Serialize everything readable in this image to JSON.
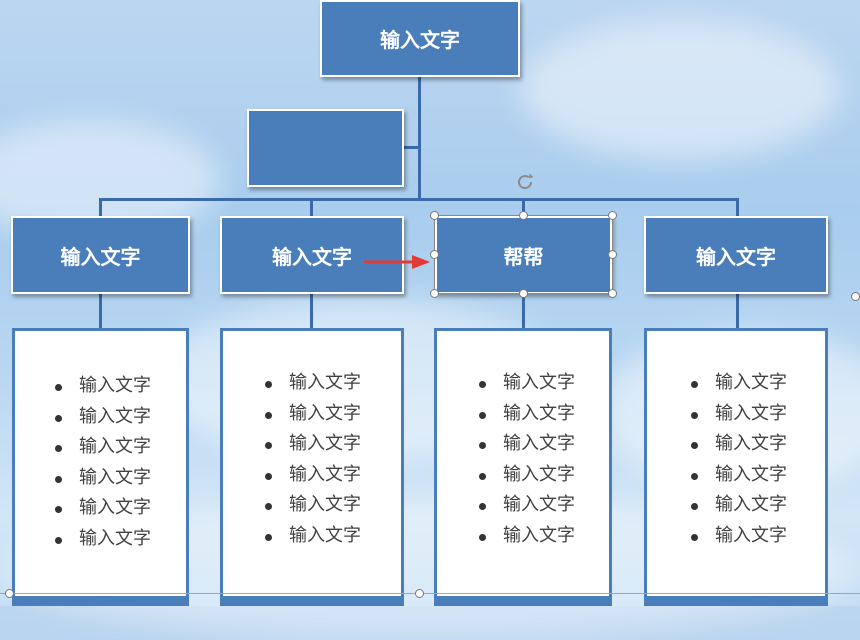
{
  "org_chart": {
    "top": {
      "label": "输入文字"
    },
    "assistant": {
      "label": ""
    },
    "branches": [
      {
        "label": "输入文字",
        "items": [
          "输入文字",
          "输入文字",
          "输入文字",
          "输入文字",
          "输入文字",
          "输入文字"
        ]
      },
      {
        "label": "输入文字",
        "items": [
          "输入文字",
          "输入文字",
          "输入文字",
          "输入文字",
          "输入文字",
          "输入文字"
        ]
      },
      {
        "label": "帮帮",
        "items": [
          "输入文字",
          "输入文字",
          "输入文字",
          "输入文字",
          "输入文字",
          "输入文字"
        ],
        "selected": true
      },
      {
        "label": "输入文字",
        "items": [
          "输入文字",
          "输入文字",
          "输入文字",
          "输入文字",
          "输入文字",
          "输入文字"
        ]
      }
    ]
  },
  "colors": {
    "box_fill": "#4a7ebb",
    "connector": "#3a6aa8",
    "arrow": "#e53935",
    "handle_border": "#7a7a7a"
  },
  "icons": [
    "rotate-handle-icon",
    "arrow-right-icon"
  ]
}
